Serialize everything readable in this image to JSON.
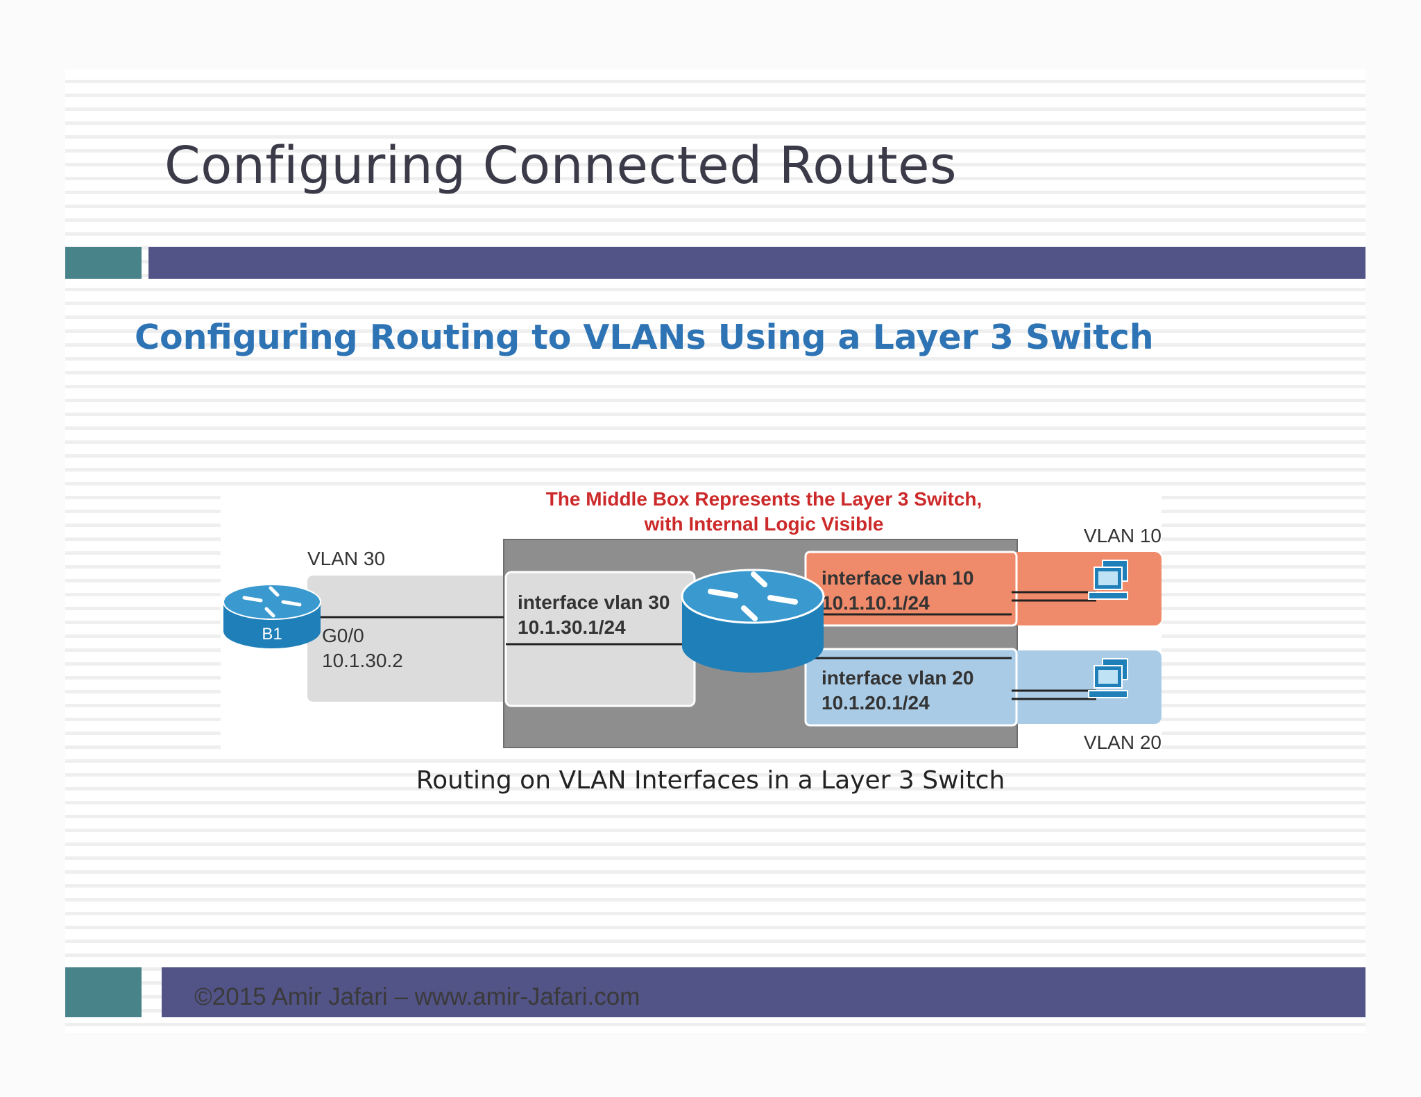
{
  "slide": {
    "title": "Configuring Connected Routes",
    "subtitle": "Configuring Routing to VLANs Using a Layer 3 Switch",
    "caption": "Routing on VLAN Interfaces in a Layer 3 Switch",
    "footer": "©2015 Amir Jafari – www.amir-Jafari.com"
  },
  "diagram": {
    "callout_line1": "The Middle Box Represents the Layer 3 Switch,",
    "callout_line2": "with Internal Logic Visible",
    "router": {
      "name": "B1",
      "interface": "G0/0",
      "ip": "10.1.30.2"
    },
    "vlan30": {
      "label": "VLAN 30",
      "interface": "interface vlan 30",
      "ip": "10.1.30.1/24"
    },
    "vlan10": {
      "label": "VLAN 10",
      "interface": "interface vlan 10",
      "ip": "10.1.10.1/24"
    },
    "vlan20": {
      "label": "VLAN 20",
      "interface": "interface vlan 20",
      "ip": "10.1.20.1/24"
    }
  },
  "colors": {
    "title_text": "#3a3a48",
    "subtitle_text": "#2e74b5",
    "teal_bar": "#48838a",
    "blue_bar": "#525387",
    "callout_red": "#cc2a2a",
    "switch_gray": "#8e8e8e",
    "vlan10_orange": "#ef8a6a",
    "vlan20_blue": "#a9cbe6",
    "router_blue": "#1f7fb8"
  },
  "icons": [
    "router-icon",
    "layer3-switch-icon",
    "workstation-icon"
  ]
}
